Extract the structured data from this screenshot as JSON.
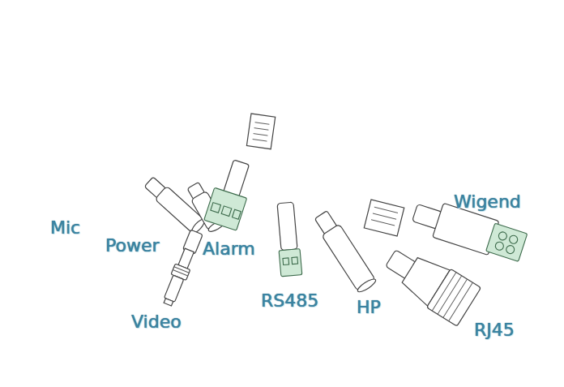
{
  "diagram": {
    "labels": [
      "Mic",
      "Power",
      "Alarm",
      "Video",
      "RS485",
      "HP",
      "Wigend",
      "RJ45"
    ]
  }
}
